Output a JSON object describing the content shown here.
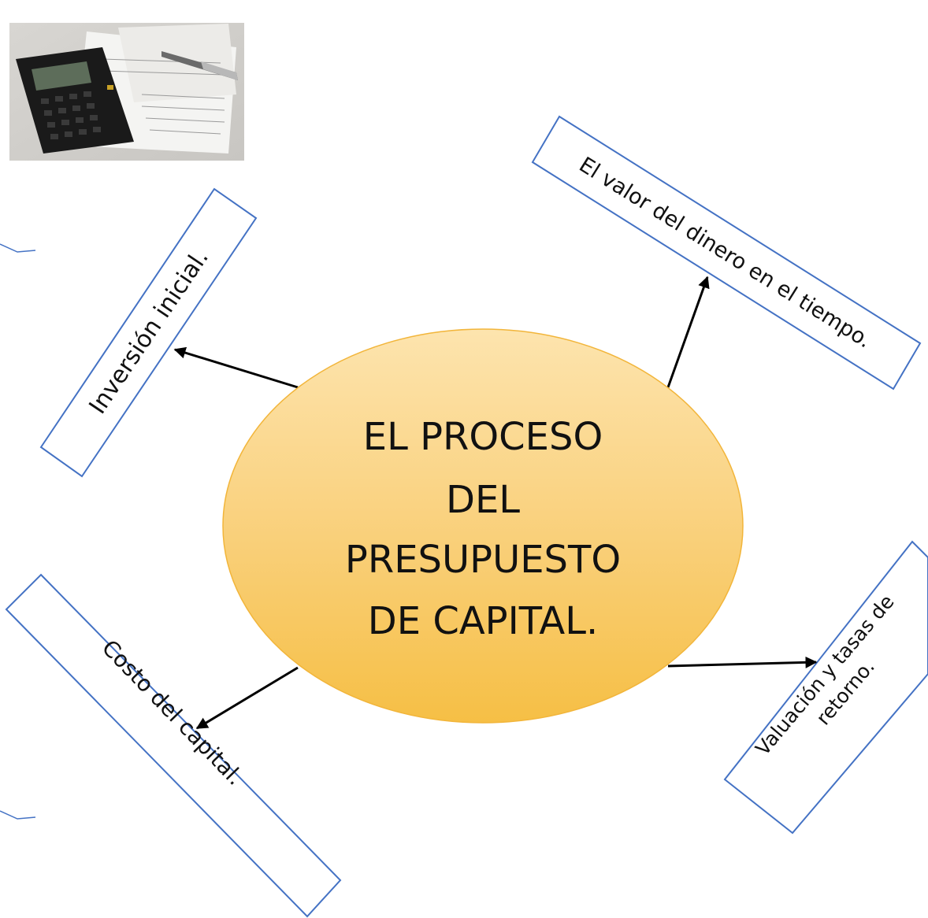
{
  "diagram": {
    "center": {
      "lines": [
        "EL PROCESO",
        "DEL",
        "PRESUPUESTO",
        "DE CAPITAL."
      ]
    },
    "nodes": {
      "inversion": {
        "label": "Inversión inicial."
      },
      "valor": {
        "label": "El valor del dinero en el tiempo."
      },
      "costo": {
        "label": "Costo del capital."
      },
      "valuacion": {
        "lines": [
          "Valuación y tasas de",
          "retorno."
        ]
      }
    },
    "photo": {
      "subject": "calculator-on-financial-papers"
    }
  },
  "colors": {
    "box_border": "#4472c4",
    "arrow": "#000000",
    "ellipse_top": "#fcd998",
    "ellipse_bottom": "#f5b93c",
    "ellipse_border": "#f2b53a"
  }
}
